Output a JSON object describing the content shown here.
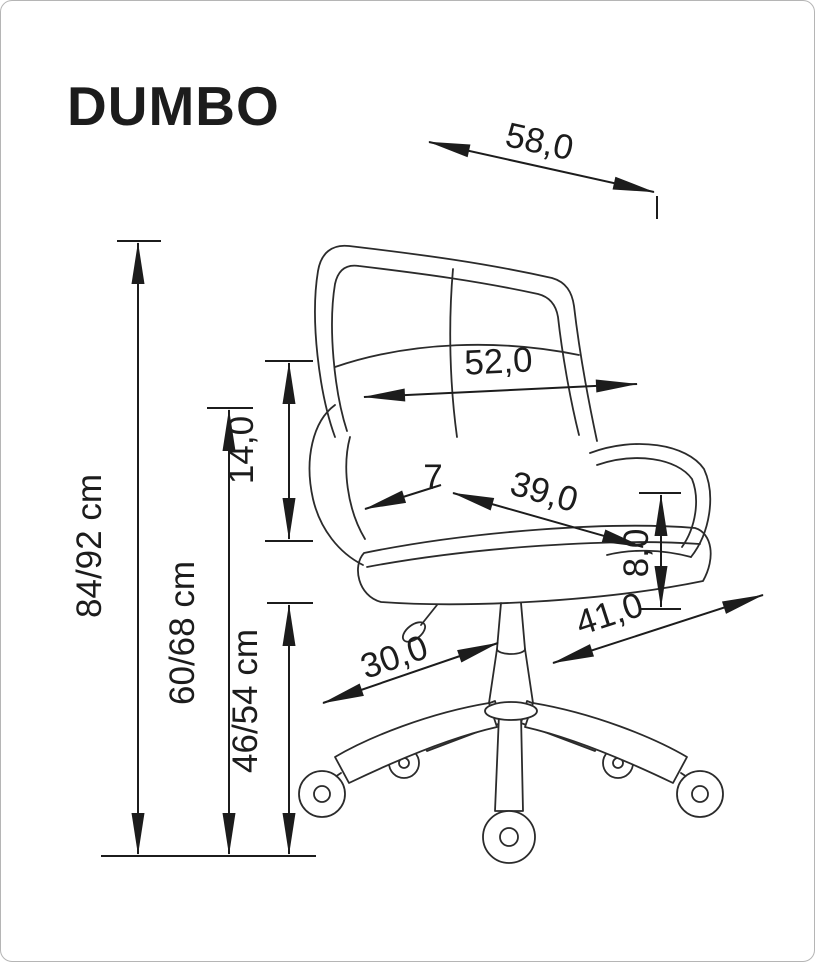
{
  "drawing": {
    "product_name": "DUMBO",
    "ink_color": "#1c1c1c",
    "background_color": "#ffffff",
    "frame_color": "#b5b5b5"
  },
  "measurements": {
    "width_top": "58,0",
    "backrest_width": "52,0",
    "backrest_to_seat": "14,0",
    "total_height": "84/92 cm",
    "seat_height": "60/68 cm",
    "armrest_height": "46/54 cm",
    "armrest_thickness": "7",
    "seat_depth": "39,0",
    "seat_cushion_height": "8,0",
    "seat_width": "41,0",
    "base_leg": "30,0"
  }
}
